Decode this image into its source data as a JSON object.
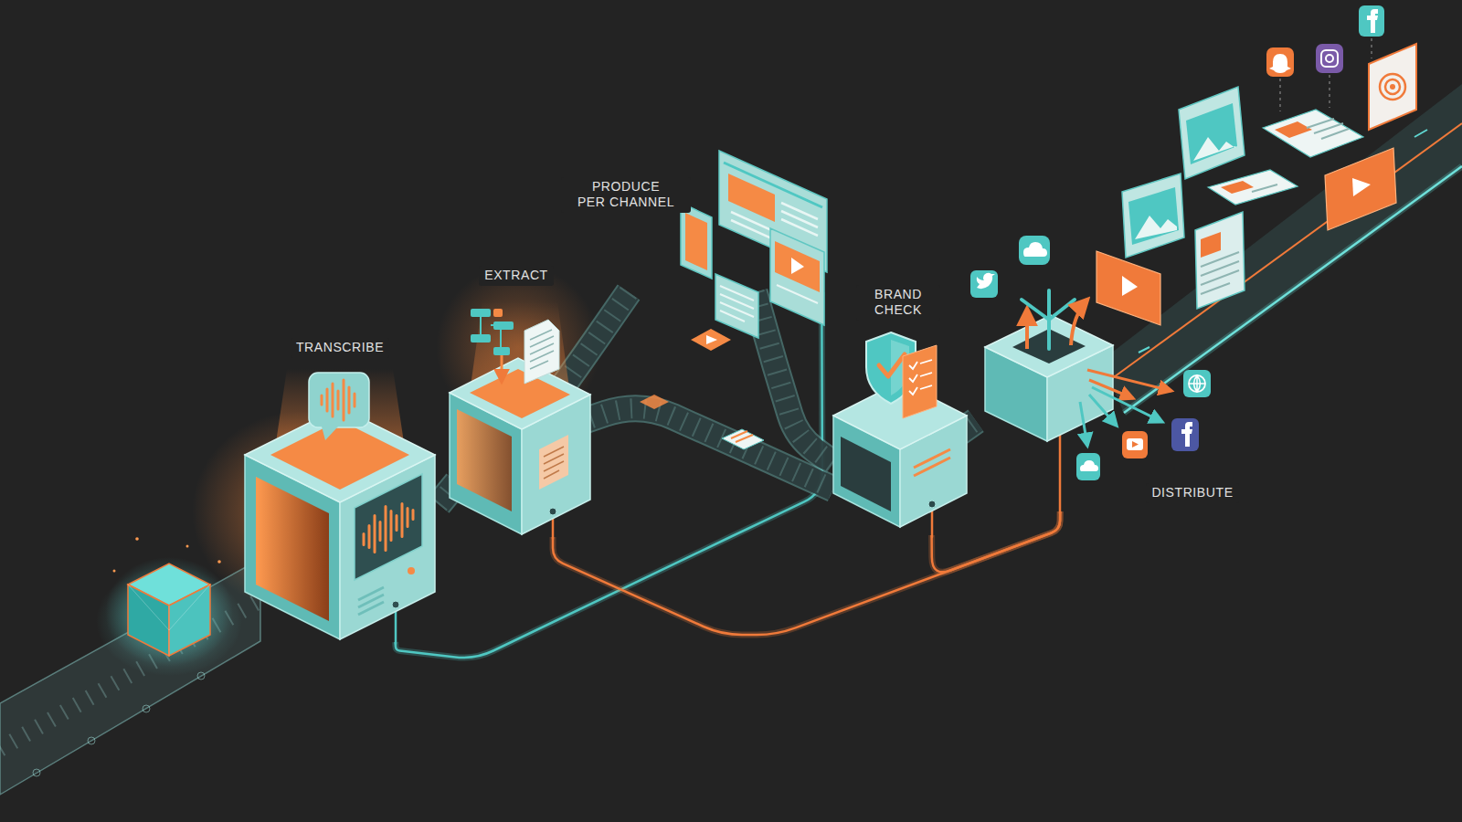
{
  "diagram": {
    "nodes": [
      {
        "text": [
          "TRANSCRIBE"
        ]
      },
      {
        "text": [
          "EXTRACT"
        ]
      },
      {
        "text": [
          "PRODUCE PER CHANNEL"
        ]
      },
      {
        "text": [
          "BRAND CHECK"
        ]
      },
      {
        "text": [
          "DISTRIBUTE"
        ]
      }
    ],
    "edges": [
      {
        "from": 0,
        "to": 1,
        "arrow": "none"
      },
      {
        "from": 1,
        "to": 2,
        "arrow": "none"
      },
      {
        "from": 2,
        "to": 3,
        "arrow": "none"
      },
      {
        "from": 1,
        "to": 3,
        "arrow": "none"
      },
      {
        "from": 3,
        "to": 4,
        "arrow": "none"
      },
      {
        "from": 0,
        "to": 2,
        "arrow": "none"
      },
      {
        "from": 1,
        "to": 4,
        "arrow": "none"
      },
      {
        "from": 3,
        "to": 4,
        "arrow": "none"
      }
    ]
  }
}
